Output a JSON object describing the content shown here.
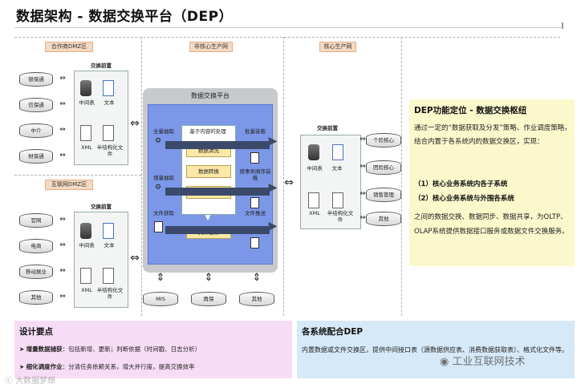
{
  "title": "数据架构 - 数据交换平台（DEP）",
  "zones": {
    "partner_dmz": "合作商DMZ区",
    "internet_dmz": "互联网DMZ区",
    "noncore": "非核心生产网",
    "core": "核心生产网"
  },
  "left_top_systems": [
    "银保通",
    "信保通",
    "中介",
    "財保通"
  ],
  "left_bottom_systems": [
    "官网",
    "电商",
    "移动展业",
    "其他"
  ],
  "front_label": "交换前置",
  "front_items": {
    "middle_table": "中间表",
    "text": "文本",
    "xml": "XML",
    "semistructured": "半结构化文件"
  },
  "dep": {
    "title": "数据交换平台",
    "full_extract": "全量抽取",
    "inc_extract": "增量抽取",
    "file_get": "文件获取",
    "content_process": "基于内容的处理",
    "steps": [
      "数据清洗",
      "数据转换",
      "质量检查"
    ],
    "file_backup": "文件备份",
    "batch_load": "批量装载",
    "tx_load": "按事务顺序装载",
    "file_push": "文件推送"
  },
  "bottom_systems": [
    "MIS",
    "再保",
    "其他"
  ],
  "right_systems": [
    "个险核心",
    "团险核心",
    "销售管理",
    "其他"
  ],
  "dep_role": {
    "heading": "DEP功能定位 - 数据交换枢纽",
    "text1": "通过一定的“数据获取及分发”策略、作业调度策略，结合内置于各系统内的数据交换区，实现：",
    "item1": "（1）核心业务系统内各子系统",
    "item2": "（2）核心业务系统与外围各系统",
    "text2": "之间的数据交换、数据同步、数据共享，为OLTP、OLAP系统提供数据接口服务或数据文件交换服务。"
  },
  "design": {
    "heading": "设计要点",
    "l1_bold": "增量数据捕获",
    "l1_rest": "：包括新增、更新；判断依据（时间戳、日志分析）",
    "l2_bold": "细化调度作业",
    "l2_rest": "：分清任务依赖关系，增大并行度，提高交换效率"
  },
  "cooperate": {
    "heading": "各系统配合DEP",
    "text": "内置数据或文件交换区，提供中间接口表（源数据供应表、消费数据获取表）、格式化文件等。"
  },
  "watermark": {
    "left": "大数据梦想",
    "right": "工业互联网技术"
  },
  "colors": {
    "dep_inner": "#7c97e8",
    "panel_yellow": "#fbf9cc",
    "panel_pink": "#f7dcf5",
    "panel_blue": "#d6e9f8"
  }
}
